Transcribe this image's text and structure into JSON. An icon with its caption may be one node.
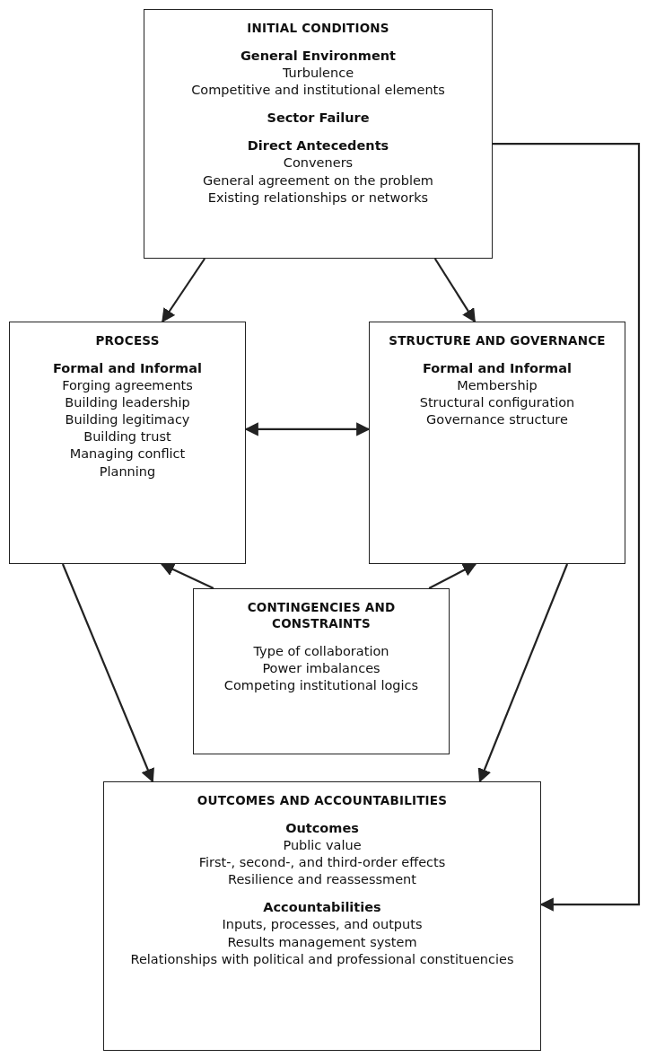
{
  "diagram": {
    "nodes": [
      {
        "text": [
          "INITIAL CONDITIONS",
          "General Environment",
          "Turbulence",
          "Competitive and institutional elements",
          "Sector Failure",
          "Direct Antecedents",
          "Conveners",
          "General agreement on the problem",
          "Existing relationships or networks"
        ]
      },
      {
        "text": [
          "PROCESS",
          "Formal and Informal",
          "Forging agreements",
          "Building leadership",
          "Building legitimacy",
          "Building trust",
          "Managing conflict",
          "Planning"
        ]
      },
      {
        "text": [
          "STRUCTURE AND GOVERNANCE",
          "Formal and Informal",
          "Membership",
          "Structural configuration",
          "Governance structure"
        ]
      },
      {
        "text": [
          "CONTINGENCIES AND CONSTRAINTS",
          "Type of collaboration",
          "Power imbalances",
          "Competing institutional logics"
        ]
      },
      {
        "text": [
          "OUTCOMES AND ACCOUNTABILITIES",
          "Outcomes",
          "Public value",
          "First-, second-, and third-order effects",
          "Resilience and reassessment",
          "Accountabilities",
          "Inputs, processes, and outputs",
          "Results management system",
          "Relationships with political and professional constituencies"
        ]
      }
    ],
    "edges": [
      {
        "from": 0,
        "to": 1,
        "arrow": "to"
      },
      {
        "from": 0,
        "to": 2,
        "arrow": "to"
      },
      {
        "from": 1,
        "to": 2,
        "arrow": "both"
      },
      {
        "from": 3,
        "to": 1,
        "arrow": "to"
      },
      {
        "from": 3,
        "to": 2,
        "arrow": "to"
      },
      {
        "from": 1,
        "to": 4,
        "arrow": "to"
      },
      {
        "from": 2,
        "to": 4,
        "arrow": "to"
      },
      {
        "from": 0,
        "to": 4,
        "arrow": "to"
      }
    ]
  }
}
